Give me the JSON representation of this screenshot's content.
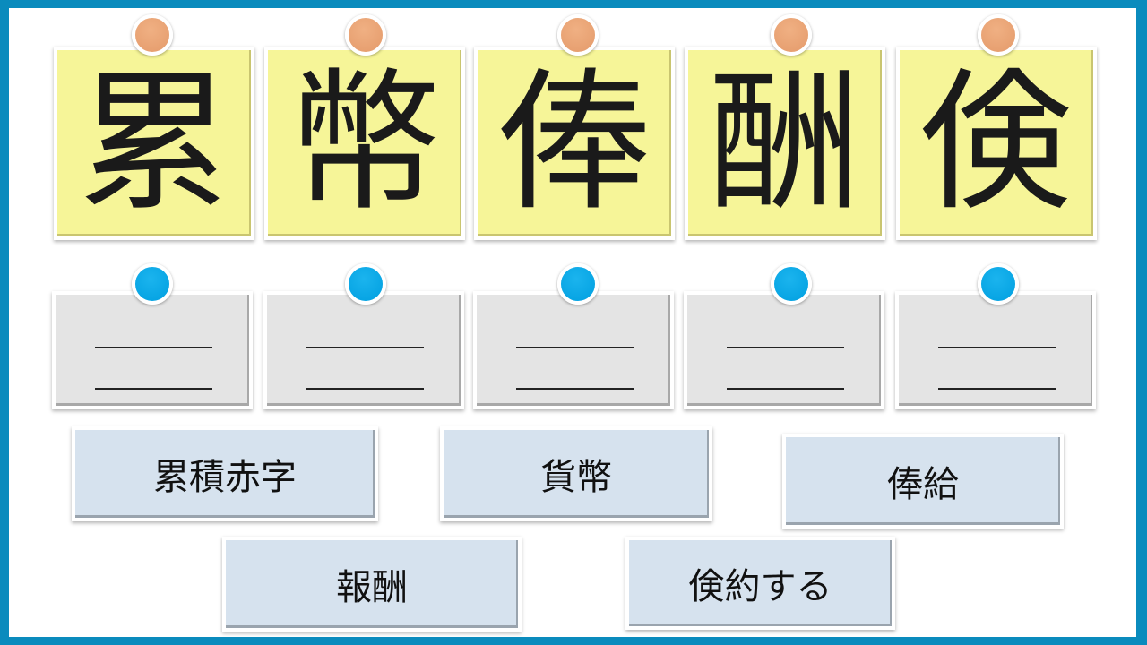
{
  "kanji_cards": [
    "累",
    "幣",
    "俸",
    "酬",
    "倹"
  ],
  "word_choices": [
    "累積赤字",
    "貨幣",
    "俸給",
    "報酬",
    "倹約する"
  ],
  "colors": {
    "frame": "#0a8bbd",
    "kanji_card": "#f6f598",
    "blank_card": "#e4e4e4",
    "word_card": "#d6e2ee",
    "pin_orange": "#e9a374",
    "pin_blue": "#00a6e6"
  }
}
